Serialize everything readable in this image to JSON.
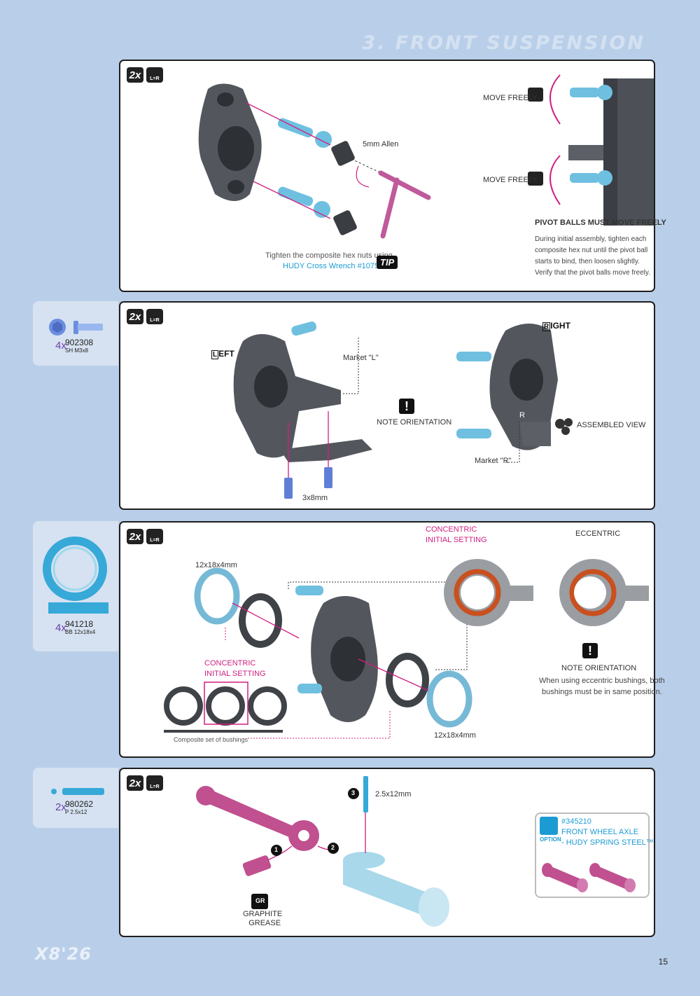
{
  "header": {
    "title": "3. FRONT SUSPENSION"
  },
  "footer": {
    "logo": "X8'26",
    "page_number": "15"
  },
  "badge": {
    "qty": "2x",
    "lr": "L=R"
  },
  "panel1": {
    "tool": "5mm Allen",
    "move_freely_top": "MOVE FREELY",
    "move_freely_bottom": "MOVE FREELY",
    "pivot_title": "PIVOT BALLS MUST MOVE FREELY",
    "pivot_text": [
      "During initial assembly, tighten each",
      "composite hex nut until the pivot ball",
      "starts to bind, then loosen slightly.",
      "Verify that the pivot balls move freely."
    ],
    "tip_line1": "Tighten the composite hex nuts using",
    "tip_line2": "HUDY Cross Wrench #107581.",
    "tip_label": "TIP"
  },
  "side2": {
    "qty": "4x",
    "code": "902308",
    "desc": "SH M3x8"
  },
  "panel2": {
    "left_label": "EFT",
    "left_initial": "L",
    "right_label": "IGHT",
    "right_initial": "R",
    "market_l": "Market \"L\"",
    "market_r": "Market \"R\"",
    "r_mark": "R",
    "note": "NOTE ORIENTATION",
    "assembled": "ASSEMBLED VIEW",
    "screw": "3x8mm"
  },
  "side3": {
    "qty": "4x",
    "code": "941218",
    "desc": "BB 12x18x4"
  },
  "panel3": {
    "bearing_top": "12x18x4mm",
    "bearing_bottom": "12x18x4mm",
    "concentric_top_1": "CONCENTRIC",
    "concentric_top_2": "INITIAL SETTING",
    "eccentric": "ECCENTRIC",
    "concentric_left_1": "CONCENTRIC",
    "concentric_left_2": "INITIAL SETTING",
    "composite": "Composite set of bushings",
    "note": "NOTE ORIENTATION",
    "note_text_1": "When using eccentric bushings, both",
    "note_text_2": "bushings must be in same position."
  },
  "side4": {
    "qty": "2x",
    "code": "980262",
    "desc": "P 2.5x12"
  },
  "panel4": {
    "step1": "1",
    "step2": "2",
    "step3": "3",
    "pin": "2.5x12mm",
    "grease_icon": "GR",
    "grease_1": "GRAPHITE",
    "grease_2": "GREASE",
    "option_label": "OPTION",
    "option_code": "#345210",
    "option_line1": "FRONT WHEEL AXLE",
    "option_line2": "- HUDY SPRING STEEL™"
  },
  "colors": {
    "magenta": "#d01f80",
    "cyan": "#1c9bd3",
    "part_gray": "#4a4d52",
    "pin_blue": "#5fb3d6",
    "page_bg": "#b9cfe9"
  }
}
